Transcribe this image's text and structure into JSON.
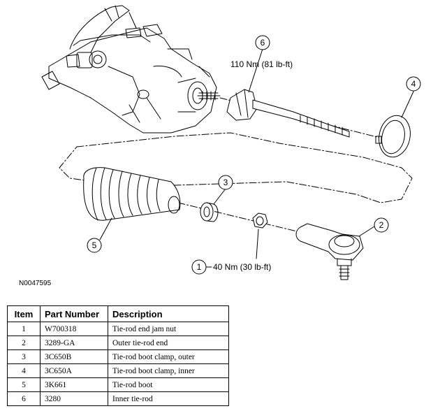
{
  "figure_id": "N0047595",
  "callouts": {
    "c1": "1",
    "c2": "2",
    "c3": "3",
    "c4": "4",
    "c5": "5",
    "c6": "6"
  },
  "torques": {
    "item6": "110 Nm (81 lb-ft)",
    "item1": "40 Nm (30 lb-ft)"
  },
  "table": {
    "headers": [
      "Item",
      "Part Number",
      "Description"
    ],
    "rows": [
      [
        "1",
        "W700318",
        "Tie-rod end jam nut"
      ],
      [
        "2",
        "3289-GA",
        "Outer tie-rod end"
      ],
      [
        "3",
        "3C650B",
        "Tie-rod boot clamp, outer"
      ],
      [
        "4",
        "3C650A",
        "Tie-rod boot clamp, inner"
      ],
      [
        "5",
        "3K661",
        "Tie-rod boot"
      ],
      [
        "6",
        "3280",
        "Inner tie-rod"
      ]
    ]
  }
}
